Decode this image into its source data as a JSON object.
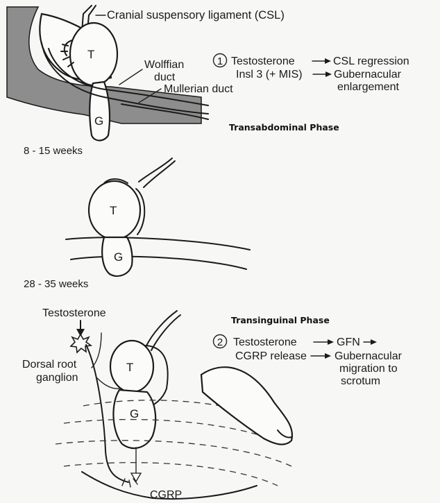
{
  "panel1": {
    "csl_label": "Cranial suspensory ligament (CSL)",
    "testis_letter": "T",
    "gubernaculum_letter": "G",
    "wolffian_line1": "Wolffian",
    "wolffian_line2": "duct",
    "mullerian_label": "Mullerian duct",
    "step_number": "1",
    "row1_left": "Testosterone",
    "row1_right": "CSL regression",
    "row2_left": "Insl 3 (+ MIS)",
    "row2_right_line1": "Gubernacular",
    "row2_right_line2": "enlargement",
    "phase_title": "Transabdominal Phase",
    "age": "8 - 15 weeks"
  },
  "panel2": {
    "testis_letter": "T",
    "gubernaculum_letter": "G",
    "age": "28 - 35 weeks"
  },
  "panel3": {
    "testosterone_label": "Testosterone",
    "drg_line1": "Dorsal root",
    "drg_line2": "ganglion",
    "phase_title": "Transinguinal Phase",
    "step_number": "2",
    "row1_left": "Testosterone",
    "row1_right": "GFN",
    "row2_left": "CGRP release",
    "row2_right_line1": "Gubernacular",
    "row2_right_line2": "migration to",
    "row2_right_line3": "scrotum",
    "testis_letter": "T",
    "gubernaculum_letter": "G",
    "cgrp_label": "CGRP"
  }
}
